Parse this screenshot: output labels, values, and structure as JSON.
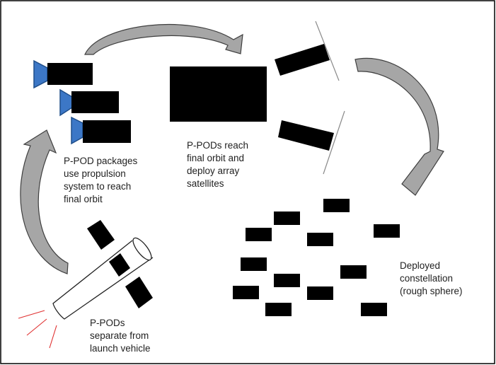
{
  "colors": {
    "block": "#000000",
    "thruster": "#3c77c6",
    "thruster_stroke": "#1f4e8a",
    "arrow_fill": "#a6a6a6",
    "arrow_stroke": "#3f3f3f",
    "exhaust": "#e03030",
    "frame": "#000000"
  },
  "labels": {
    "propulsion": "P-POD packages\nuse propulsion\nsystem to reach\nfinal orbit",
    "final_orbit": "P-PODs reach\nfinal orbit and\ndeploy array\nsatellites",
    "separate": "P-PODs\nseparate from\nlaunch vehicle",
    "constellation": "Deployed\nconstellation\n(rough sphere)"
  },
  "icons": {
    "arrows": "curved-arrow",
    "launch_vehicle": "cylinder",
    "thrusters": "triangle-nozzle",
    "exhaust": "exhaust-lines"
  }
}
